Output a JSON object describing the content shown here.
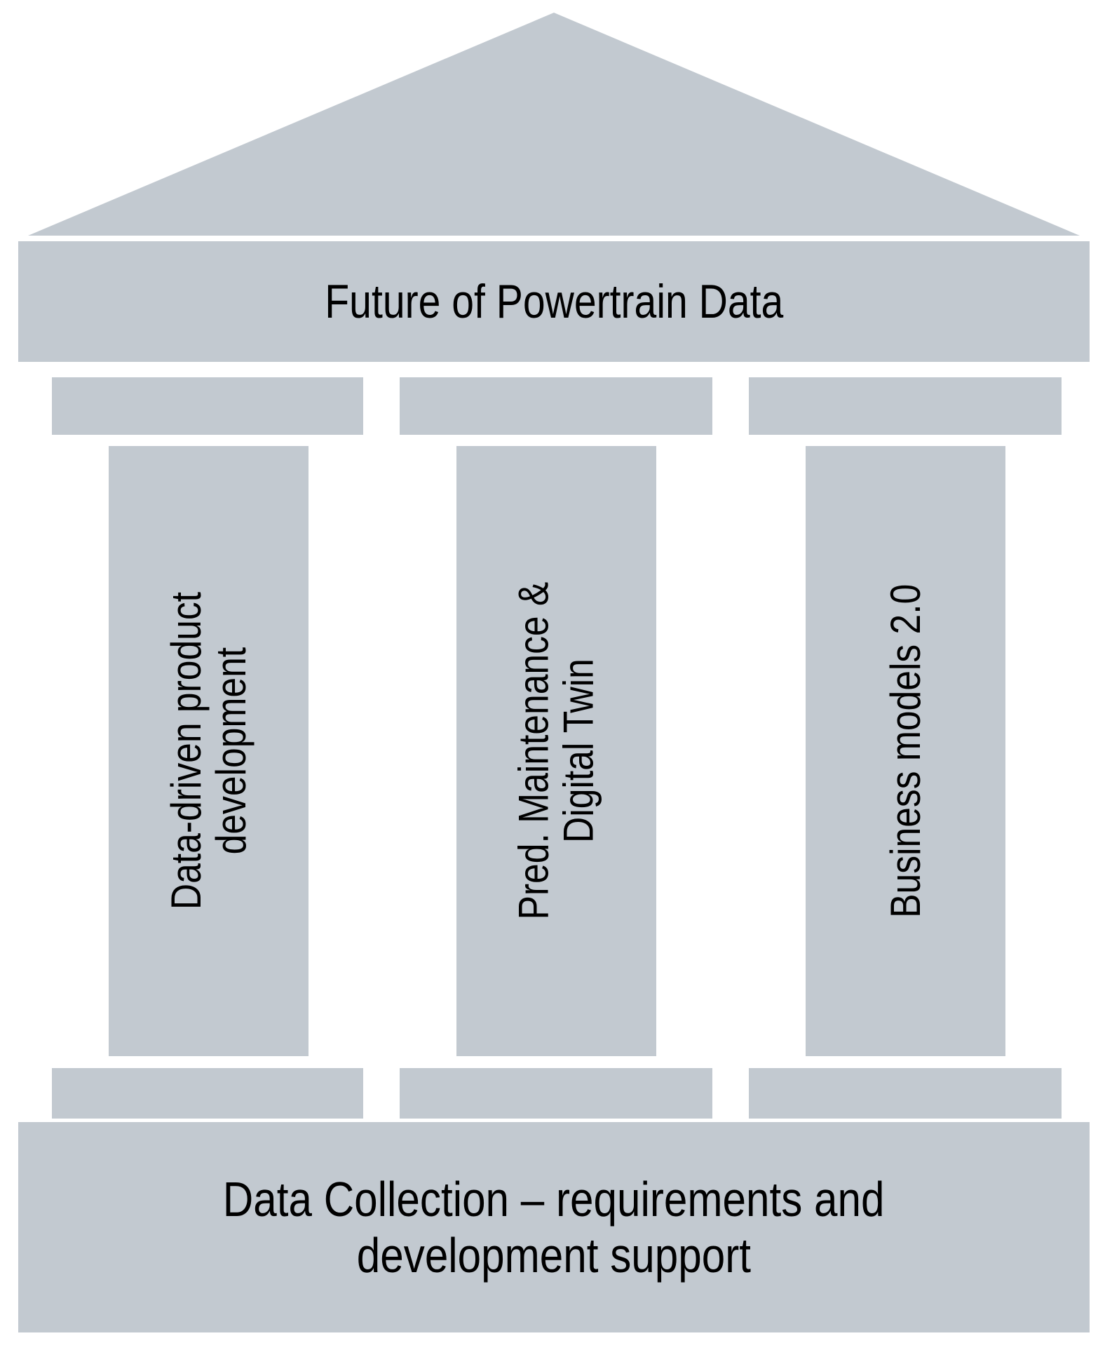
{
  "diagram": {
    "type": "temple-pillar-framework",
    "title_banner": {
      "text": "Future of Powertrain Data"
    },
    "pillars": [
      {
        "id": "pillar-1",
        "lines": [
          "Data-driven product",
          "development"
        ]
      },
      {
        "id": "pillar-2",
        "lines": [
          "Pred. Maintenance &",
          "Digital Twin"
        ]
      },
      {
        "id": "pillar-3",
        "lines": [
          "Business models 2.0"
        ]
      }
    ],
    "foundation": {
      "lines": [
        "Data Collection – requirements and",
        "development support"
      ]
    },
    "colors": {
      "block_fill": "#c2c9d0",
      "text": "#000000",
      "background": "#ffffff"
    }
  }
}
